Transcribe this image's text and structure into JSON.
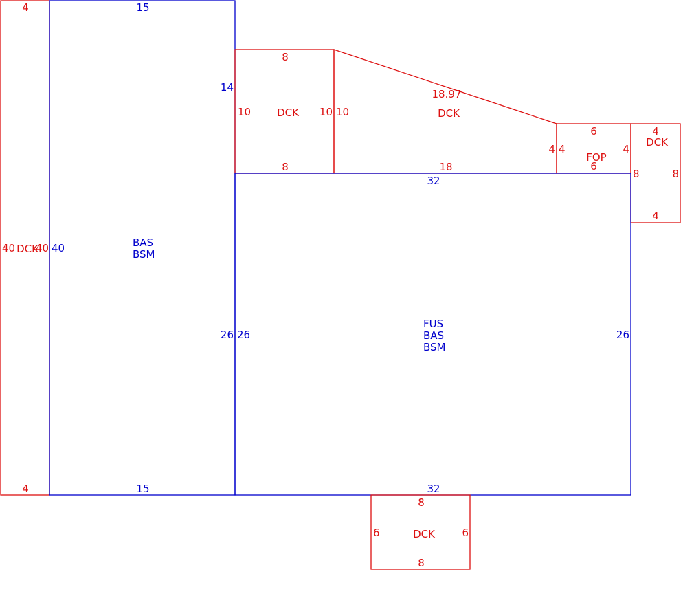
{
  "colors": {
    "deck_outline": "#dd1111",
    "building_outline": "#0000cc"
  },
  "areas": {
    "left_deck": {
      "codes": [
        "DCK"
      ],
      "dims": {
        "top": "4",
        "bottom": "4",
        "left": "40",
        "right": "40"
      }
    },
    "left_bas": {
      "codes": [
        "BAS",
        "BSM"
      ],
      "dims": {
        "top": "15",
        "bottom": "15",
        "left": "40",
        "right_upper": "14",
        "right_lower": "26"
      }
    },
    "top_deck_small": {
      "codes": [
        "DCK"
      ],
      "dims": {
        "top": "8",
        "bottom": "8",
        "left": "10",
        "right": "10"
      }
    },
    "top_deck_trap": {
      "codes": [
        "DCK"
      ],
      "dims": {
        "slope": "18.97",
        "bottom": "18",
        "left": "10",
        "right": "4"
      }
    },
    "fop": {
      "codes": [
        "FOP"
      ],
      "dims": {
        "top": "6",
        "bottom": "6",
        "left": "4",
        "right": "4"
      }
    },
    "right_deck": {
      "codes": [
        "DCK"
      ],
      "dims": {
        "top": "4",
        "bottom": "4",
        "left": "8",
        "right": "8"
      }
    },
    "main_fus": {
      "codes": [
        "FUS",
        "BAS",
        "BSM"
      ],
      "dims": {
        "top": "32",
        "bottom": "32",
        "left": "26",
        "right": "26"
      }
    },
    "bottom_deck": {
      "codes": [
        "DCK"
      ],
      "dims": {
        "top": "8",
        "bottom": "8",
        "left": "6",
        "right": "6"
      }
    }
  }
}
